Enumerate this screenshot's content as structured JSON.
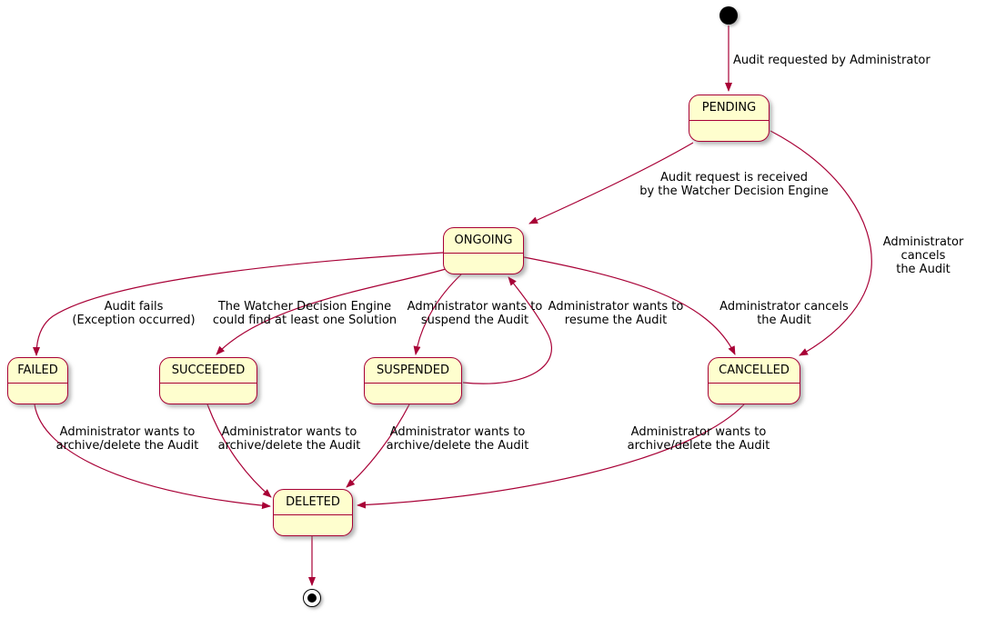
{
  "diagram_type": "state-machine",
  "colors": {
    "state_fill": "#FEFECE",
    "state_border": "#A80036",
    "edge_color": "#A80036",
    "label_color": "#000000"
  },
  "states": {
    "pending": {
      "label": "PENDING"
    },
    "ongoing": {
      "label": "ONGOING"
    },
    "failed": {
      "label": "FAILED"
    },
    "succeeded": {
      "label": "SUCCEEDED"
    },
    "suspended": {
      "label": "SUSPENDED"
    },
    "cancelled": {
      "label": "CANCELLED"
    },
    "deleted": {
      "label": "DELETED"
    }
  },
  "edges": {
    "start_to_pending": {
      "from": "initial",
      "to": "PENDING",
      "label": "Audit requested by Administrator"
    },
    "pending_to_ongoing": {
      "from": "PENDING",
      "to": "ONGOING",
      "label": "Audit request is received\nby the Watcher Decision Engine"
    },
    "pending_to_cancelled": {
      "from": "PENDING",
      "to": "CANCELLED",
      "label": "Administrator cancels\nthe Audit"
    },
    "ongoing_to_failed": {
      "from": "ONGOING",
      "to": "FAILED",
      "label": "Audit fails\n(Exception occurred)"
    },
    "ongoing_to_succeeded": {
      "from": "ONGOING",
      "to": "SUCCEEDED",
      "label": "The Watcher Decision Engine\ncould find at least one Solution"
    },
    "ongoing_to_suspended": {
      "from": "ONGOING",
      "to": "SUSPENDED",
      "label": "Administrator wants to\nsuspend the Audit"
    },
    "suspended_to_ongoing": {
      "from": "SUSPENDED",
      "to": "ONGOING",
      "label": "Administrator wants to\nresume the Audit"
    },
    "ongoing_to_cancelled": {
      "from": "ONGOING",
      "to": "CANCELLED",
      "label": "Administrator cancels\nthe Audit"
    },
    "failed_to_deleted": {
      "from": "FAILED",
      "to": "DELETED",
      "label": "Administrator wants to\narchive/delete the Audit"
    },
    "succeeded_to_deleted": {
      "from": "SUCCEEDED",
      "to": "DELETED",
      "label": "Administrator wants to\narchive/delete the Audit"
    },
    "suspended_to_deleted": {
      "from": "SUSPENDED",
      "to": "DELETED",
      "label": "Administrator wants to\narchive/delete the Audit"
    },
    "cancelled_to_deleted": {
      "from": "CANCELLED",
      "to": "DELETED",
      "label": "Administrator wants to\narchive/delete the Audit"
    },
    "deleted_to_end": {
      "from": "DELETED",
      "to": "final",
      "label": ""
    }
  }
}
